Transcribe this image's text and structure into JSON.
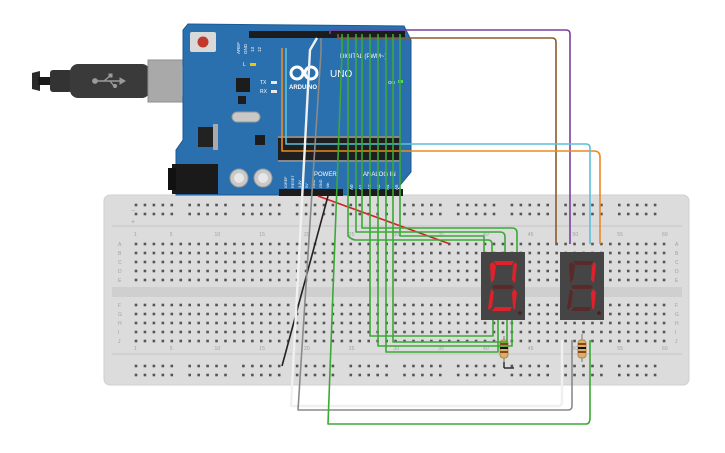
{
  "arduino": {
    "brand": "ARDUINO",
    "model": "UNO",
    "digital_label": "DIGITAL (PWM~)",
    "power_label": "POWER",
    "analog_label": "ANALOG IN",
    "aref_label": "AREF",
    "gnd_label": "GND",
    "pin13": "13",
    "pin12": "12",
    "l_label": "L",
    "tx_label": "TX",
    "rx_label": "RX",
    "on_label": "ON",
    "ioref": "IOREF",
    "reset": "RESET",
    "v33": "3.3V",
    "v5": "5V",
    "gnd1": "GND",
    "gnd2": "GND",
    "vin": "Vin",
    "a0": "A0",
    "a1": "A1",
    "a2": "A2",
    "a3": "A3",
    "a4": "A4",
    "a5": "A5"
  },
  "breadboard": {
    "col_numbers_top": [
      "1",
      "5",
      "10",
      "15",
      "20",
      "25",
      "30",
      "35",
      "40",
      "45",
      "50",
      "55",
      "60"
    ],
    "col_numbers_bottom": [
      "1",
      "5",
      "10",
      "15",
      "20",
      "25",
      "30",
      "35",
      "40",
      "45",
      "50",
      "55",
      "60"
    ],
    "rows_upper": [
      "A",
      "B",
      "C",
      "D",
      "E"
    ],
    "rows_lower": [
      "F",
      "G",
      "H",
      "I",
      "J"
    ],
    "rail_plus": "+",
    "rail_minus": "−"
  },
  "displays": [
    {
      "digit": "0",
      "color": "#e0202a"
    },
    {
      "digit": "1",
      "color": "#e0202a"
    }
  ],
  "colors": {
    "board": "#2a6fae",
    "breadboard": "#dcdcdc",
    "wire_green": "#3aaa35",
    "wire_purple": "#7b3fa0",
    "wire_brown": "#8a5a2b",
    "wire_orange": "#ee8a1f",
    "wire_cyan": "#5bc0d8",
    "wire_red": "#d32222",
    "wire_black": "#222222",
    "wire_gray": "#888888",
    "wire_white": "#f2f2f2"
  }
}
